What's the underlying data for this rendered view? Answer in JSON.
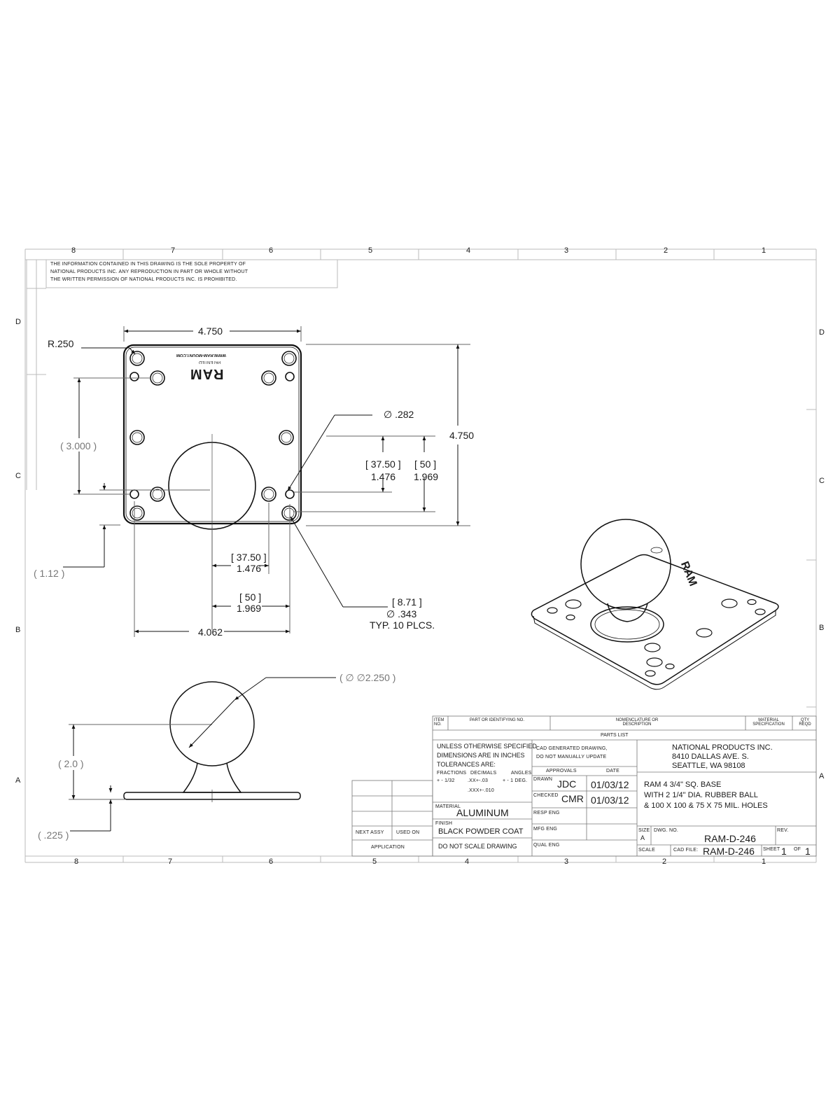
{
  "zones": {
    "columns": [
      "8",
      "7",
      "6",
      "5",
      "4",
      "3",
      "2",
      "1"
    ],
    "rows": [
      "D",
      "C",
      "B",
      "A"
    ]
  },
  "notice": {
    "line1": "THE INFORMATION CONTAINED IN THIS DRAWING IS THE SOLE PROPERTY OF",
    "line2": "NATIONAL PRODUCTS INC. ANY REPRODUCTION IN PART OR WHOLE WITHOUT",
    "line3": "THE WRITTEN PERMISSION OF NATIONAL PRODUCTS INC. IS PROHIBITED."
  },
  "plate_marking": {
    "logo": "RAM",
    "patented": "PATENTED",
    "url": "WWW.RAM-MOUNT.COM"
  },
  "dimensions": {
    "width_top": "4.750",
    "height_right": "4.750",
    "radius": "R.250",
    "ref_3000": "( 3.000 )",
    "dia_282": "∅ .282",
    "mm_3750_a": "[ 37.50 ]",
    "in_1476_a": "1.476",
    "mm_50_a": "[ 50 ]",
    "in_1969_a": "1.969",
    "ref_112": "( 1.12 )",
    "mm_3750_b": "[ 37.50 ]",
    "in_1476_b": "1.476",
    "mm_50_b": "[ 50 ]",
    "in_1969_b": "1.969",
    "width_bottom": "4.062",
    "mm_871": "[ 8.71 ]",
    "dia_343": "∅ .343",
    "typ": "TYP. 10 PLCS.",
    "ball_dia": "( ∅ ∅2.250 )",
    "ball_height": "( 2.0 )",
    "plate_thk": "( .225 )"
  },
  "parts_list": {
    "item_no": "ITEM NO.",
    "part_no": "PART OR IDENTIFYING NO.",
    "nomenclature": "NOMENCLATURE OR DESCRIPTION",
    "material_spec": "MATERIAL SPECIFICATION",
    "qty": "QTY REQD",
    "title": "PARTS LIST"
  },
  "title_block": {
    "unless1": "UNLESS OTHERWISE SPECIFIED",
    "unless2": "DIMENSIONS ARE IN INCHES",
    "unless3": "TOLERANCES ARE:",
    "fractions": "FRACTIONS",
    "decimals": "DECIMALS",
    "angles": "ANGLES",
    "frac_val": "+ - 1/32",
    "dec_val1": ".XX+-.03",
    "ang_val": "+ - 1 DEG.",
    "dec_val2": ".XXX+-.010",
    "cad1": "CAD GENERATED DRAWING,",
    "cad2": "DO NOT MANUALLY UPDATE",
    "company1": "NATIONAL PRODUCTS INC.",
    "company2": "8410 DALLAS AVE. S.",
    "company3": "SEATTLE, WA 98108",
    "approvals": "APPROVALS",
    "date": "DATE",
    "drawn": "DRAWN",
    "drawn_by": "JDC",
    "drawn_date": "01/03/12",
    "checked": "CHECKED",
    "checked_by": "CMR",
    "checked_date": "01/03/12",
    "resp_eng": "RESP ENG",
    "mfg_eng": "MFG ENG",
    "qual_eng": "QUAL ENG",
    "material_label": "MATERIAL",
    "material": "ALUMINUM",
    "finish_label": "FINISH",
    "finish": "BLACK POWDER COAT",
    "do_not_scale": "DO NOT SCALE DRAWING",
    "desc1": "RAM 4 3/4\" SQ. BASE",
    "desc2": "WITH 2 1/4\" DIA. RUBBER BALL",
    "desc3": "& 100 X 100 & 75 X 75 MIL. HOLES",
    "size_label": "SIZE",
    "size": "A",
    "dwg_label": "DWG. NO.",
    "dwg_no": "RAM-D-246",
    "rev_label": "REV.",
    "scale_label": "SCALE",
    "cad_file_label": "CAD FILE:",
    "cad_file": "RAM-D-246",
    "sheet_label": "SHEET",
    "sheet": "1",
    "of_label": "OF",
    "of": "1",
    "next_assy": "NEXT ASSY",
    "used_on": "USED ON",
    "application": "APPLICATION"
  }
}
